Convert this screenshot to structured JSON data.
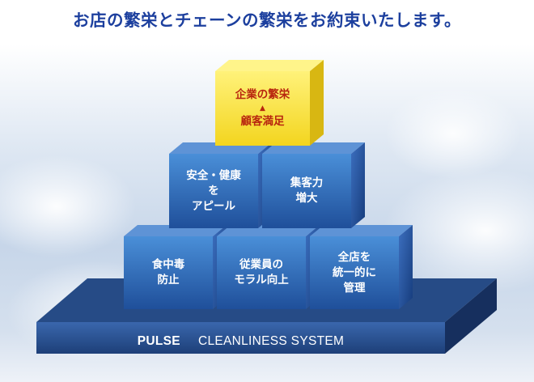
{
  "headline": "お店の繁栄とチェーンの繁栄をお約束いたします。",
  "base": {
    "brand": "PULSE",
    "system": "CLEANLINESS SYSTEM"
  },
  "top_block": {
    "line1": "企業の繁栄",
    "arrow": "▲",
    "line2": "顧客満足"
  },
  "middle_blocks": [
    {
      "lines": [
        "安全・健康",
        "を",
        "アピール"
      ]
    },
    {
      "lines": [
        "集客力",
        "増大"
      ]
    }
  ],
  "bottom_blocks": [
    {
      "lines": [
        "食中毒",
        "防止"
      ]
    },
    {
      "lines": [
        "従業員の",
        "モラル向上"
      ]
    },
    {
      "lines": [
        "全店を",
        "統一的に",
        "管理"
      ]
    }
  ],
  "colors": {
    "headline": "#1c3f9e",
    "cube_blue": "#2f64b3",
    "cube_gold": "#f8e74a",
    "base": "#2a5189"
  }
}
